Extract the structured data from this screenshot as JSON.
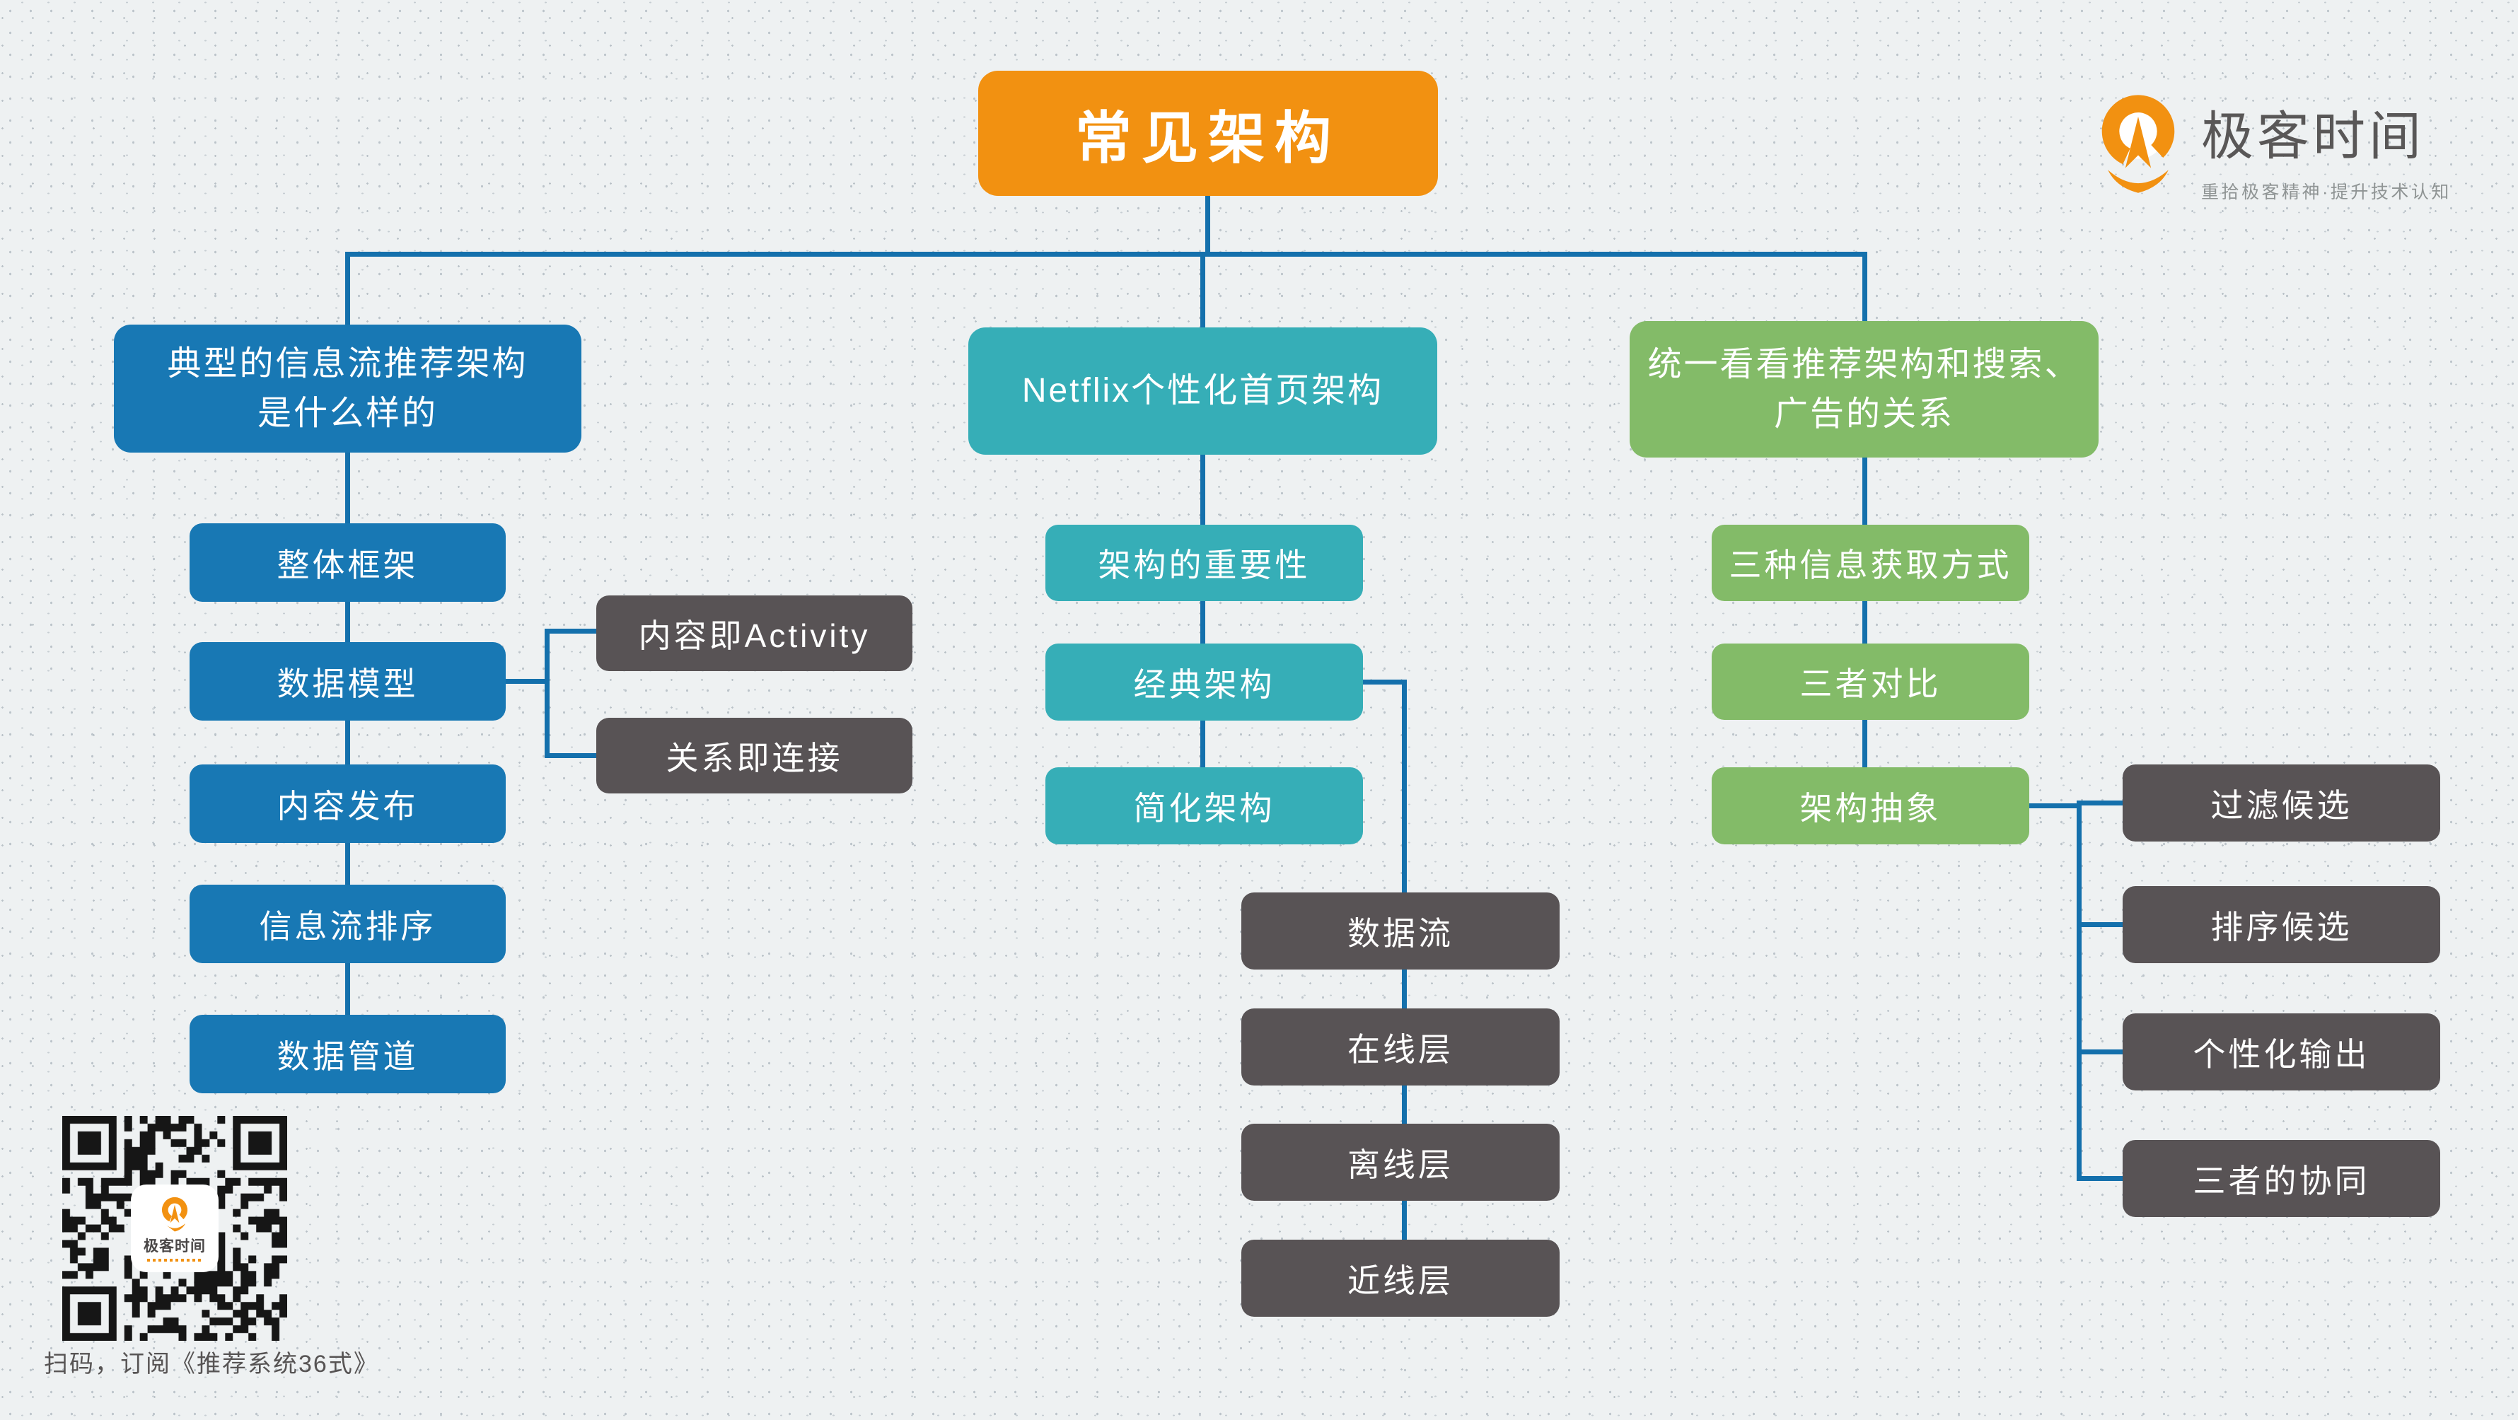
{
  "title": "常见架构",
  "logo": {
    "name": "极客时间",
    "tagline": "重拾极客精神·提升技术认知",
    "mark": "geektime-pin-icon"
  },
  "qr": {
    "caption": "扫码，订阅《推荐系统36式》",
    "center_label": "极客时间"
  },
  "colors": {
    "bg": "#eef1f2",
    "accent_orange": "#F29111",
    "blue": "#1878B4",
    "teal": "#36AEB7",
    "green": "#83BB68",
    "gray": "#585355",
    "line": "#1470AC"
  },
  "branches": [
    {
      "label": "典型的信息流推荐架构\n是什么样的",
      "color": "blue",
      "children": [
        "整体框架",
        "数据模型",
        "内容发布",
        "信息流排序",
        "数据管道"
      ],
      "sub_parent": "数据模型",
      "sub": [
        "内容即Activity",
        "关系即连接"
      ]
    },
    {
      "label": "Netflix个性化首页架构",
      "color": "teal",
      "children": [
        "架构的重要性",
        "经典架构",
        "简化架构"
      ],
      "sub_parent": "经典架构",
      "sub": [
        "数据流",
        "在线层",
        "离线层",
        "近线层"
      ]
    },
    {
      "label": "统一看看推荐架构和搜索、\n广告的关系",
      "color": "green",
      "children": [
        "三种信息获取方式",
        "三者对比",
        "架构抽象"
      ],
      "sub_parent": "架构抽象",
      "sub": [
        "过滤候选",
        "排序候选",
        "个性化输出",
        "三者的协同"
      ]
    }
  ]
}
